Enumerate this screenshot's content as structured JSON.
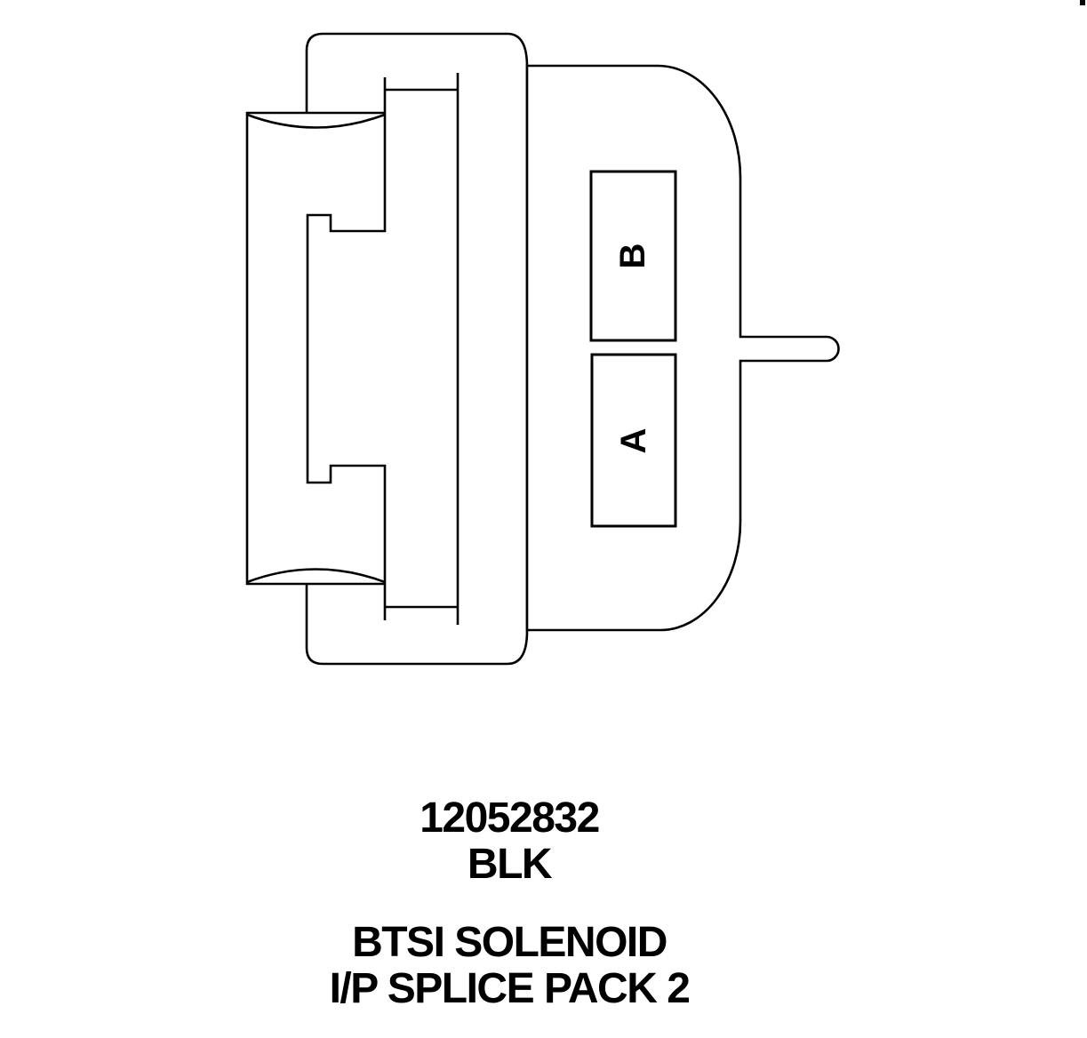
{
  "page": {
    "background": "#ffffff",
    "line_color": "#000000"
  },
  "connector": {
    "terminal_b_label": "B",
    "terminal_a_label": "A"
  },
  "caption": {
    "part_number": "12052832",
    "color_code": "BLK",
    "title_line1": "BTSI SOLENOID",
    "title_line2": "I/P SPLICE PACK 2"
  }
}
